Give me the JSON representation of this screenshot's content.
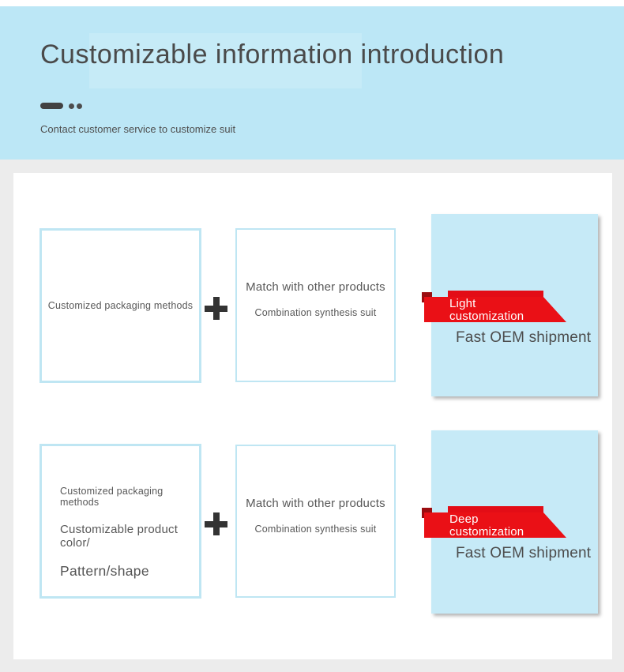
{
  "header": {
    "title": "Customizable information introduction",
    "subtitle": "Contact customer service to customize suit"
  },
  "rows": [
    {
      "box1_lines": [
        "Customized packaging methods"
      ],
      "box2_line1": "Match with other products",
      "box2_line2": "Combination synthesis suit",
      "ribbon": {
        "line1": "Light",
        "line2": "customization"
      },
      "caption": "Fast OEM shipment"
    },
    {
      "box1_lines": [
        "Customized packaging methods",
        "Customizable product color/",
        "Pattern/shape"
      ],
      "box2_line1": "Match with other products",
      "box2_line2": "Combination synthesis suit",
      "ribbon": {
        "line1": "Deep",
        "line2": "customization"
      },
      "caption": "Fast OEM shipment"
    }
  ],
  "icons": {
    "plus": "plus-icon",
    "accent_dash": "dash-icon",
    "accent_dots": "dot-icon"
  },
  "colors": {
    "header_bg": "#bce7f6",
    "panel_bg": "#c6eaf7",
    "page_bg": "#ececec",
    "card_bg": "#ffffff",
    "box_border": "#bfe6f3",
    "accent_red": "#ea1016",
    "ribbon_back": "#e30d16",
    "ribbon_fold": "#9b0d10",
    "text_dark": "#4a4a4a",
    "text_gray": "#585858",
    "plus_color": "#333333"
  }
}
